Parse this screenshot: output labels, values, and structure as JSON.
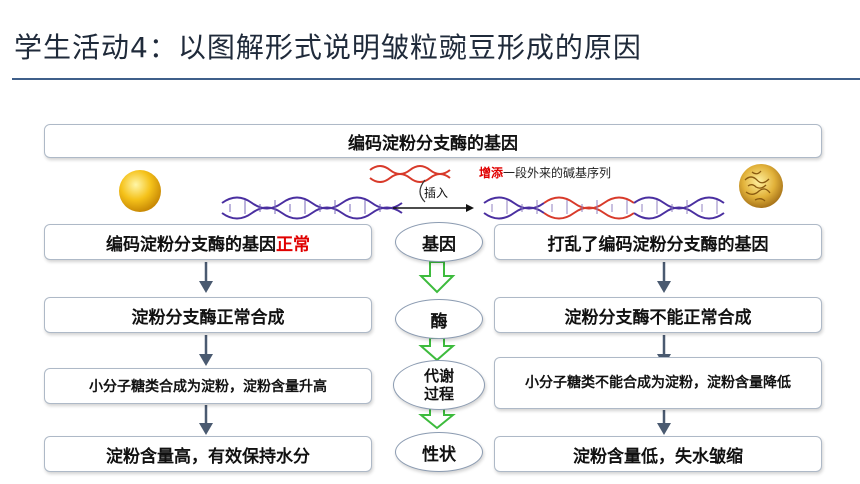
{
  "title": "学生活动4：以图解形式说明皱粒豌豆形成的原因",
  "top_box": "编码淀粉分支酶的基因",
  "insert_label": "插入",
  "insert_note": {
    "highlight": "增添",
    "rest": "一段外来的碱基序列"
  },
  "left": {
    "b1": {
      "prefix": "编码淀粉分支酶的基因",
      "highlight": "正常"
    },
    "b2": "淀粉分支酶正常合成",
    "b3": "小分子糖类合成为淀粉，淀粉含量升高",
    "b4": "淀粉含量高，有效保持水分"
  },
  "middle": {
    "m1": "基因",
    "m2": "酶",
    "m3a": "代谢",
    "m3b": "过程",
    "m4": "性状"
  },
  "right": {
    "b1": "打乱了编码淀粉分支酶的基因",
    "b2": "淀粉分支酶不能正常合成",
    "b3": "小分子糖类不能合成为淀粉，淀粉含量降低",
    "b4": "淀粉含量低，失水皱缩"
  },
  "colors": {
    "dna_purple": "#4a2fa0",
    "dna_red": "#d83a2a",
    "green_arrow": "#3dbb3d",
    "arrow_gray": "#4a5a70"
  }
}
